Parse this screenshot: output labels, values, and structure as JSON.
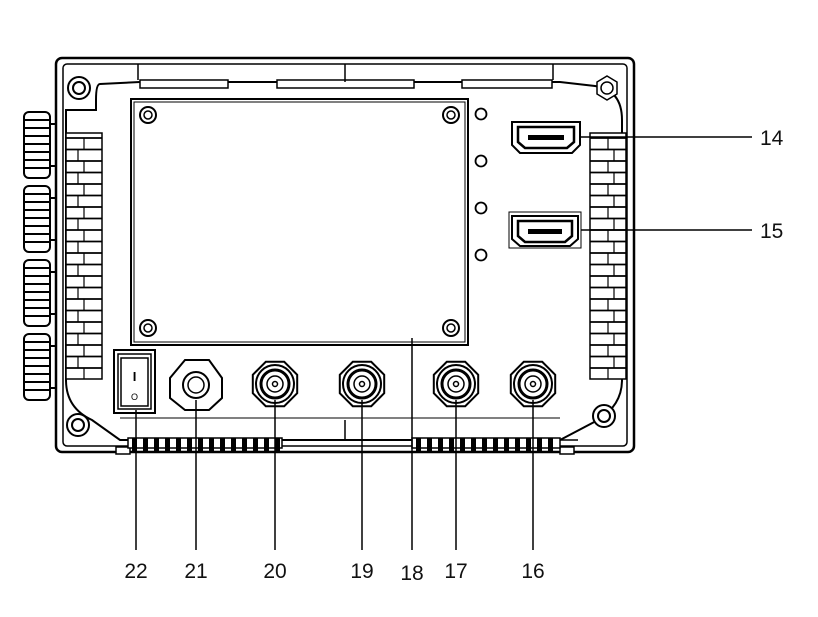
{
  "diagram": {
    "device": "monitor-rear-panel",
    "colors": {
      "line": "#000000",
      "fill": "#ffffff",
      "label": "#111111"
    },
    "callouts": {
      "c14": "14",
      "c15": "15",
      "c16": "16",
      "c17": "17",
      "c18": "18",
      "c19": "19",
      "c20": "20",
      "c21": "21",
      "c22": "22"
    },
    "switch": {
      "on_mark": "I",
      "off_mark": "O"
    }
  }
}
